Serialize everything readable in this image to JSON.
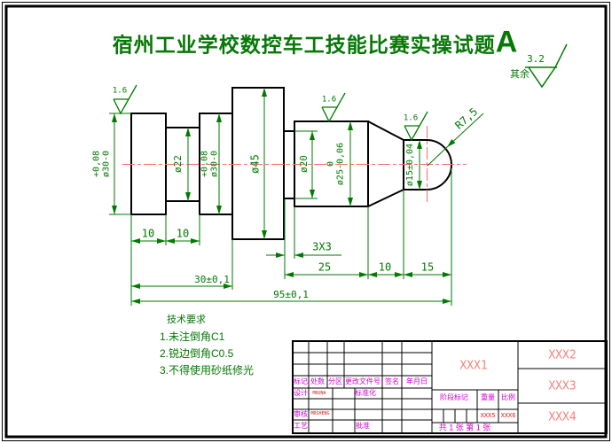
{
  "page": {
    "title_main": "宿州工业学校数控车工技能比赛实操试题",
    "title_grade": "A"
  },
  "general_roughness": {
    "label": "其余",
    "value": "3.2"
  },
  "dims": {
    "dia30_left": "+0,08\nø30-0",
    "dia22": "ø22",
    "dia30_right": "+0,08\nø30-0",
    "dia45": "ø45",
    "dia20": "ø20",
    "dia25": "0\nø25-0,06",
    "dia15": "ø15±0,04",
    "radius": "R7,5",
    "rough1": "1.6",
    "rough2": "1.6",
    "rough3": "1.6",
    "len10a": "10",
    "len10b": "10",
    "groove": "3X3",
    "len25": "25",
    "len10c": "10",
    "len15": "15",
    "len30": "30±0,1",
    "len95": "95±0,1"
  },
  "tech": {
    "heading": "技术要求",
    "items": [
      "1.未注倒角C1",
      "2.锐边倒角C0.5",
      "3.不得使用砂纸修光"
    ]
  },
  "title_block": {
    "rev_headers": [
      "标记",
      "处数",
      "分区",
      "更改文件号",
      "签名",
      "年月日"
    ],
    "design": "设计",
    "design_name": "MRUNA",
    "standardize": "标准化",
    "review": "审核",
    "review_name": "MRSHENG",
    "process": "工艺",
    "approve": "批准",
    "stage": "阶段标记",
    "weight": "重量",
    "scale": "比例",
    "weight_value": "XXX5",
    "scale_value": "XXX6",
    "sheets": "共 1 张 第 1 张",
    "part_name": "XXX1",
    "field2": "XXX2",
    "field3": "XXX3",
    "field4": "XXX4"
  },
  "colors": {
    "drawing_green": "#007a00",
    "title_green": "#067806",
    "centerline_red": "#ff6a6a",
    "label_magenta": "#d400d4",
    "value_salmon": "#f4837d",
    "value_red": "#e02020",
    "outline_black": "#000000"
  }
}
